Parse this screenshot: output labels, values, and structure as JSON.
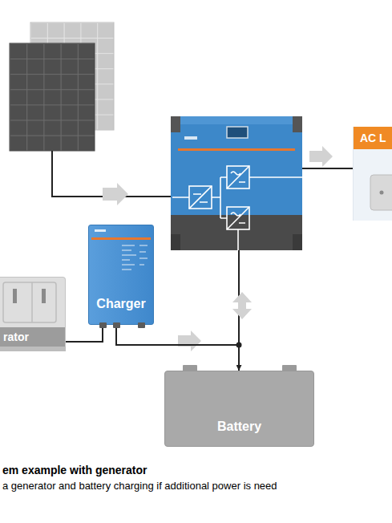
{
  "diagram": {
    "title": "em example with generator",
    "caption": "a generator and battery charging if additional power is need",
    "nodes": [
      {
        "text": [
          "AC L"
        ]
      },
      {
        "text": [
          "Charger"
        ]
      },
      {
        "text": [
          "rator"
        ]
      },
      {
        "text": [
          "Battery"
        ]
      }
    ],
    "edges": [
      {
        "from": 2,
        "to": 1,
        "arrow": "none"
      },
      {
        "from": 1,
        "to": 3,
        "arrow": "to"
      }
    ]
  }
}
